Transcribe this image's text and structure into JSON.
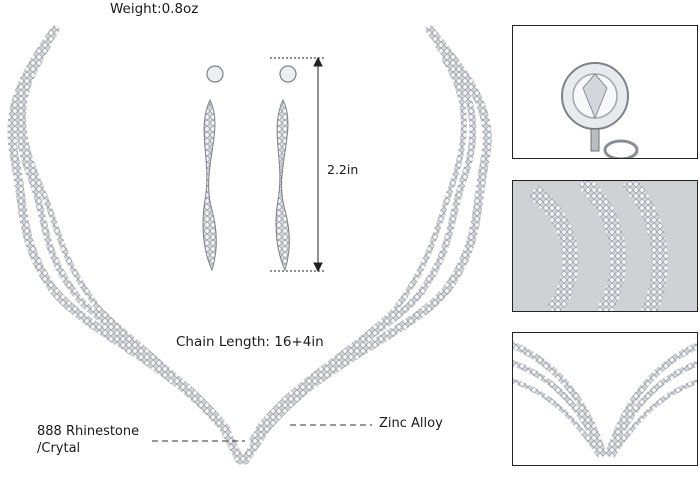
{
  "labels": {
    "weight": "Weight:0.8oz",
    "earring_length": "2.2in",
    "chain_length": "Chain Length: 16+4in",
    "rhinestone_line1": "888 Rhinestone",
    "rhinestone_line2": "/Crytal",
    "zinc": "Zinc Alloy"
  },
  "detail_insets": [
    {
      "subject": "earring-stud-closeup"
    },
    {
      "subject": "rhinestone-rows-closeup"
    },
    {
      "subject": "necklace-v-centre-closeup"
    }
  ],
  "colors": {
    "silver": "#c9cbcf",
    "dark_silver": "#7e8187",
    "frame": "#222222",
    "text": "#1a1a1a"
  }
}
